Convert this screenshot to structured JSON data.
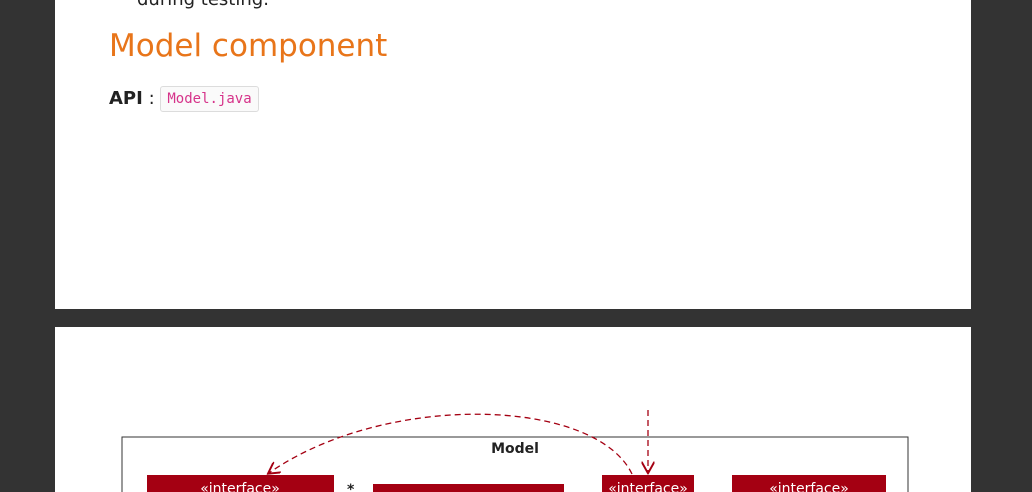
{
  "previous_section": {
    "trailing_text": "during testing."
  },
  "section": {
    "heading": "Model component",
    "api_label": "API",
    "api_separator": ":",
    "api_file": "Model.java"
  },
  "diagram": {
    "package_label": "Model",
    "boxes": [
      {
        "stereotype": "«interface»"
      },
      {
        "stereotype": ""
      },
      {
        "stereotype": "«interface»"
      },
      {
        "stereotype": "«interface»"
      }
    ],
    "multiplicity": "*",
    "colors": {
      "box_fill": "#a40012",
      "box_text": "#ffffff",
      "arrow": "#a40012",
      "package_border": "#333333"
    }
  }
}
